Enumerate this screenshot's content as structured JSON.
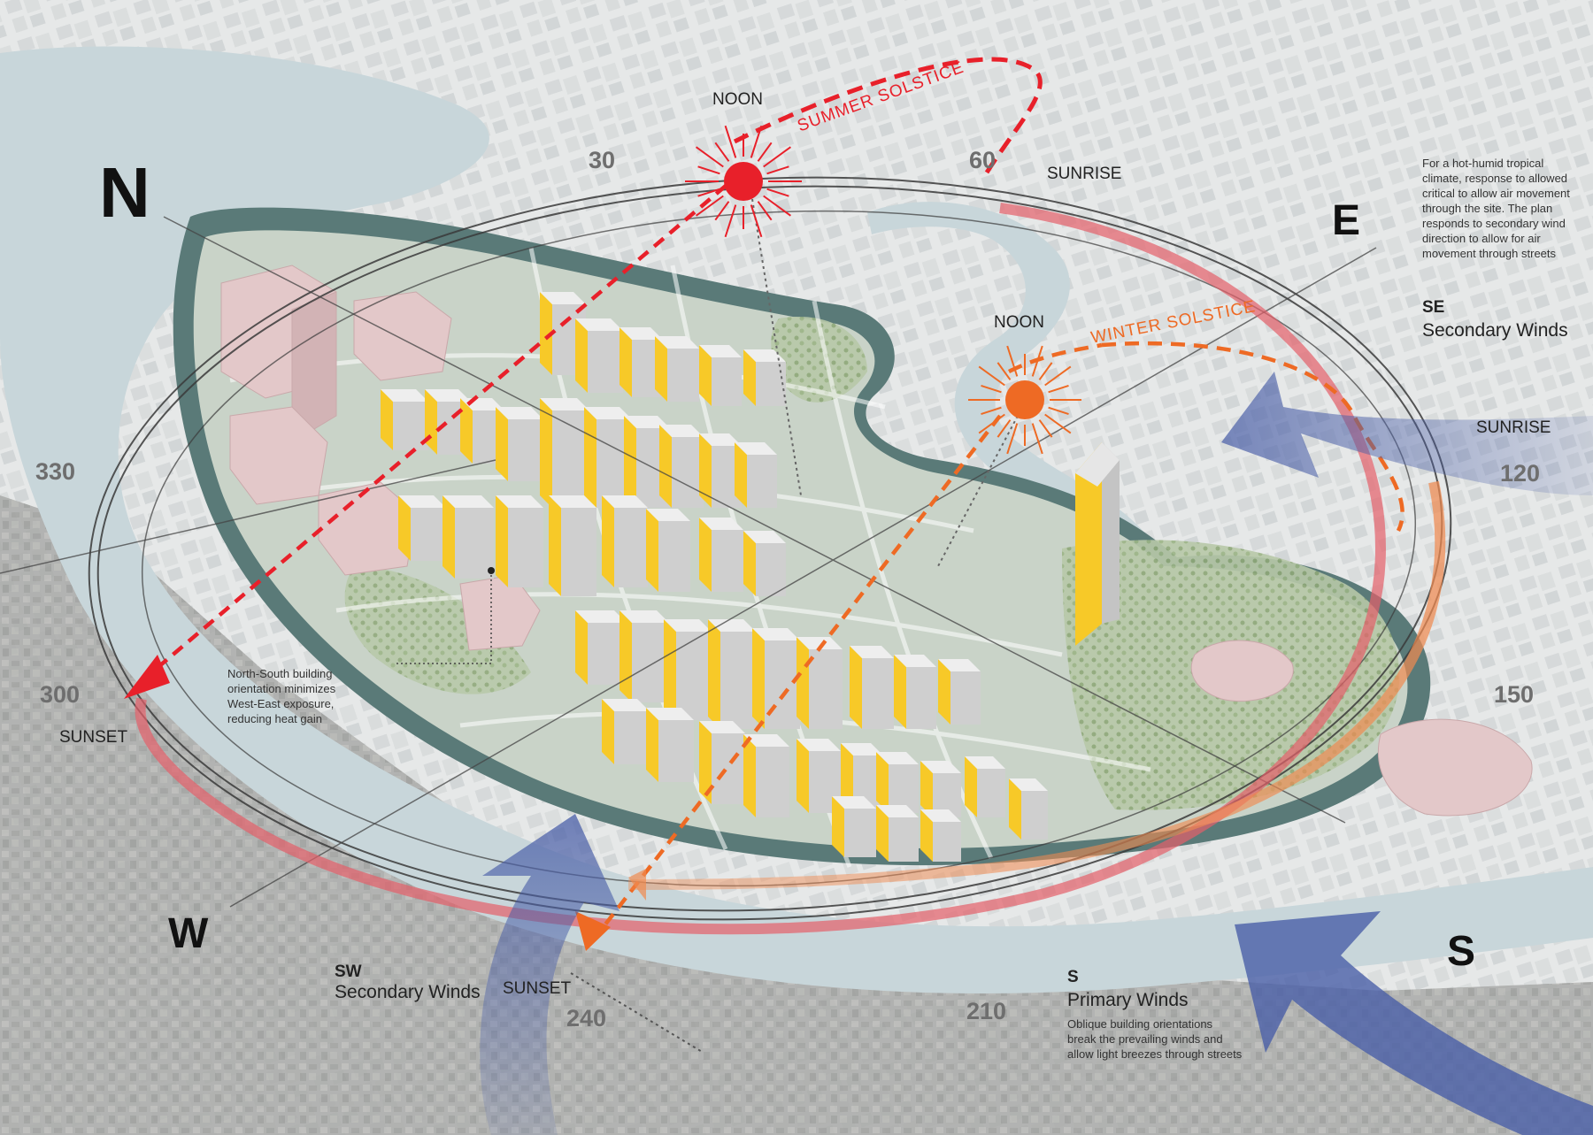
{
  "compass": {
    "north": "N",
    "east": "E",
    "south": "S",
    "west": "W"
  },
  "degrees": [
    "30",
    "60",
    "120",
    "150",
    "210",
    "240",
    "300",
    "330"
  ],
  "sun": {
    "summer_label": "SUMMER SOLSTICE",
    "winter_label": "WINTER SOLSTICE",
    "summer_noon": "NOON",
    "winter_noon": "NOON",
    "sunrise_summer": "SUNRISE",
    "sunrise_winter": "SUNRISE",
    "sunset_summer": "SUNSET",
    "sunset_winter": "SUNSET"
  },
  "winds": {
    "se_code": "SE",
    "se_name": "Secondary Winds",
    "sw_code": "SW",
    "sw_name": "Secondary Winds",
    "s_code": "S",
    "s_name": "Primary Winds"
  },
  "notes": {
    "climate": "For a hot-humid tropical climate, response to allowed critical to allow air movement through the site. The plan responds to secondary wind direction to allow for air movement through streets",
    "orientation": "North-South building orientation minimizes West-East exposure, reducing heat gain",
    "oblique": "Oblique building orientations break the prevailing winds and allow light breezes through streets"
  },
  "colors": {
    "summer_sun": "#e8202a",
    "winter_sun": "#ee6a24",
    "sun_path": "#e4606a",
    "wind_arrow": "#4a5fa8",
    "building_face": "#f7c928",
    "water": "#c8d6da",
    "landmass": "#5a7a78"
  }
}
